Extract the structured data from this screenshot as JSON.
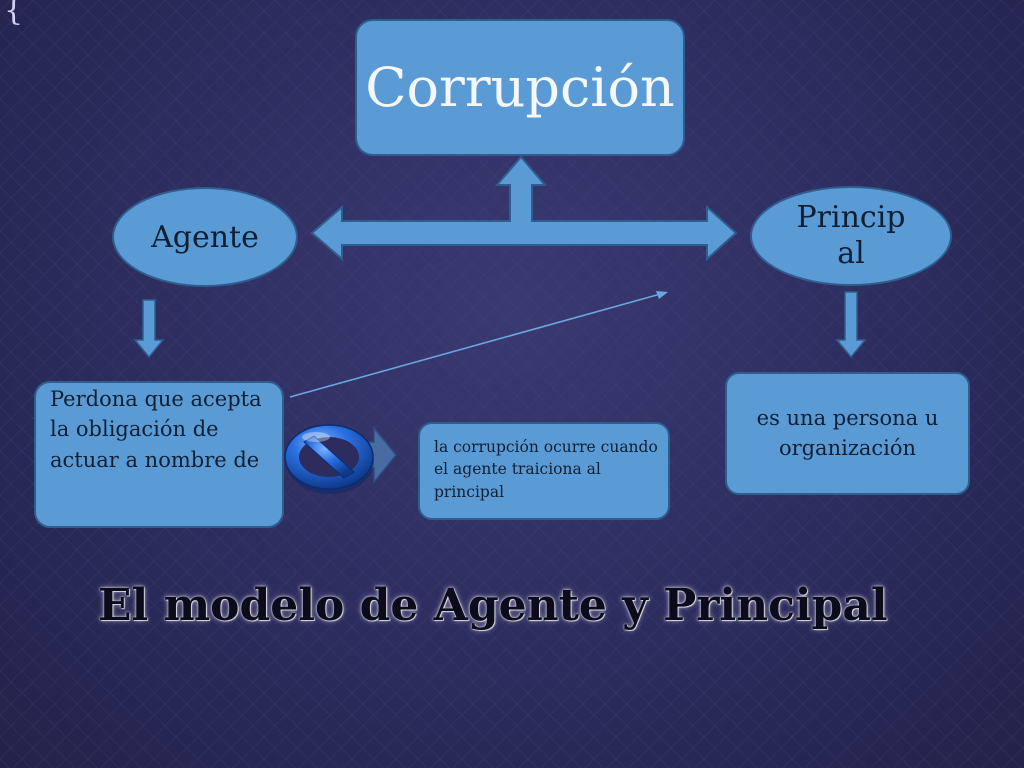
{
  "diagram": {
    "top_node": {
      "label": "Corrupción"
    },
    "left_node": {
      "label": "Agente"
    },
    "right_node": {
      "label": "Princip al"
    },
    "agent_description": {
      "text": "Perdona que acepta la obligación de actuar a nombre de"
    },
    "principal_description": {
      "text": "es una persona u organización"
    },
    "betrayal_note": {
      "text": "la corrupción ocurre cuando el agente traiciona al principal"
    },
    "prohibition_icon": "no-entry-icon"
  },
  "slide": {
    "title": "El modelo de Agente y Principal"
  },
  "colors": {
    "node_fill": "#5b9bd5",
    "node_border": "#2f5e8e",
    "background": "#2c2c5e",
    "connector": "#5b9bd5",
    "icon_blue": "#1a5fd0"
  }
}
